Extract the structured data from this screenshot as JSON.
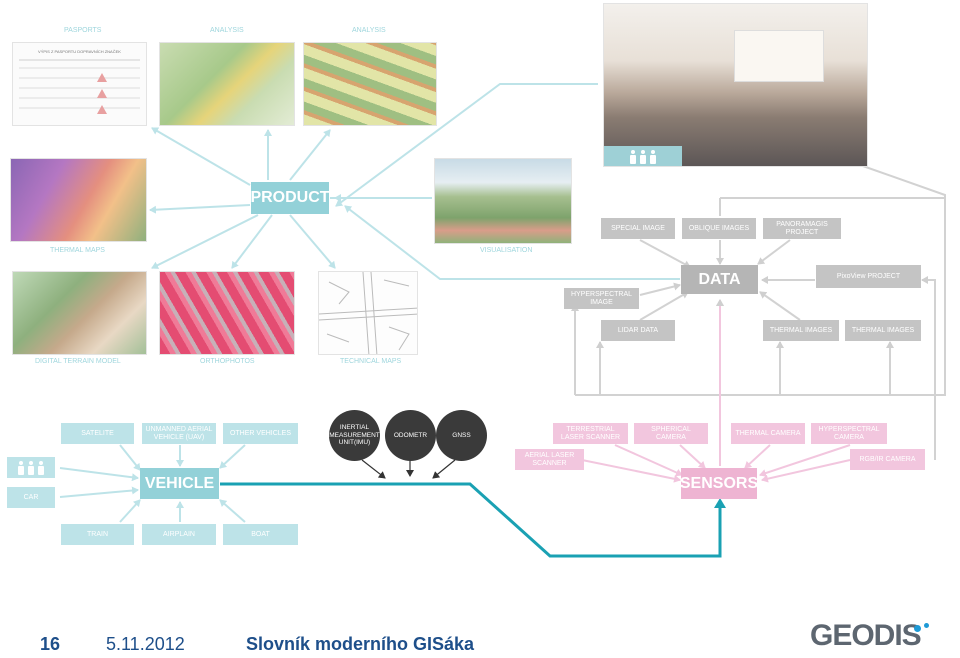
{
  "captions": {
    "pasports": "PASPORTS",
    "analysis_1": "ANALYSIS",
    "analysis_2": "ANALYSIS",
    "thermal_maps": "THERMAL MAPS",
    "visualisation": "VISUALISATION",
    "digital_terrain_model": "DIGITAL TERRAIN MODEL",
    "orthophotos": "ORTHOPHOTOS",
    "technical_maps": "TECHNICAL MAPS"
  },
  "passport_doc": {
    "title": "VÝPIS Z PASPORTU DOPRAVNÍCH ZNAČEK"
  },
  "product": {
    "label": "PRODUCT"
  },
  "data_section": {
    "special_image": "SPECIAL IMAGE",
    "oblique_images": "OBLIQUE IMAGES",
    "panoramagis_project": "PANORAMAGIS PROJECT",
    "data": "DATA",
    "pixoview_project": "PixoView PROJECT",
    "hyperspectral_image": "HYPERSPECTRAL IMAGE",
    "lidar_data": "LIDAR DATA",
    "thermal_images_1": "THERMAL IMAGES",
    "thermal_images_2": "THERMAL IMAGES"
  },
  "vehicle_section": {
    "satelite": "SATELITE",
    "uav": "UNMANNED AERIAL VEHICLE (UAV)",
    "other_vehicles": "OTHER VEHICLES",
    "vehicle": "VEHICLE",
    "car": "CAR",
    "train": "TRAIN",
    "airplain": "AIRPLAIN",
    "boat": "BOAT"
  },
  "instruments": {
    "imu": "INERTIAL MEASUREMENT UNIT(IMU)",
    "odometr": "ODOMETR",
    "gnss": "GNSS"
  },
  "sensors_section": {
    "terrestrial_laser_scanner": "TERRESTRIAL LASER SCANNER",
    "spherical_camera": "SPHERICAL CAMERA",
    "thermal_camera": "THERMAL CAMERA",
    "hyperspectral_camera": "HYPERSPECTRAL CAMERA",
    "aerial_laser_scanner": "AERIAL LASER SCANNER",
    "rgb_ir_camera": "RGB/IR CAMERA",
    "sensors": "SENSORS"
  },
  "footer": {
    "page_number": "16",
    "date": "5.11.2012",
    "title": "Slovník moderního GISáka",
    "logo": "GEODIS"
  },
  "icons": [
    "people-icon",
    "person-icon",
    "arrow-icon"
  ],
  "colors": {
    "teal": "#93d1d8",
    "teal_light": "#bde3e8",
    "gray": "#b5b5b5",
    "pink": "#eeb4d2",
    "dark": "#3a3a3a",
    "connector": "#1aa1b3",
    "footer_blue": "#1e4f8a"
  }
}
